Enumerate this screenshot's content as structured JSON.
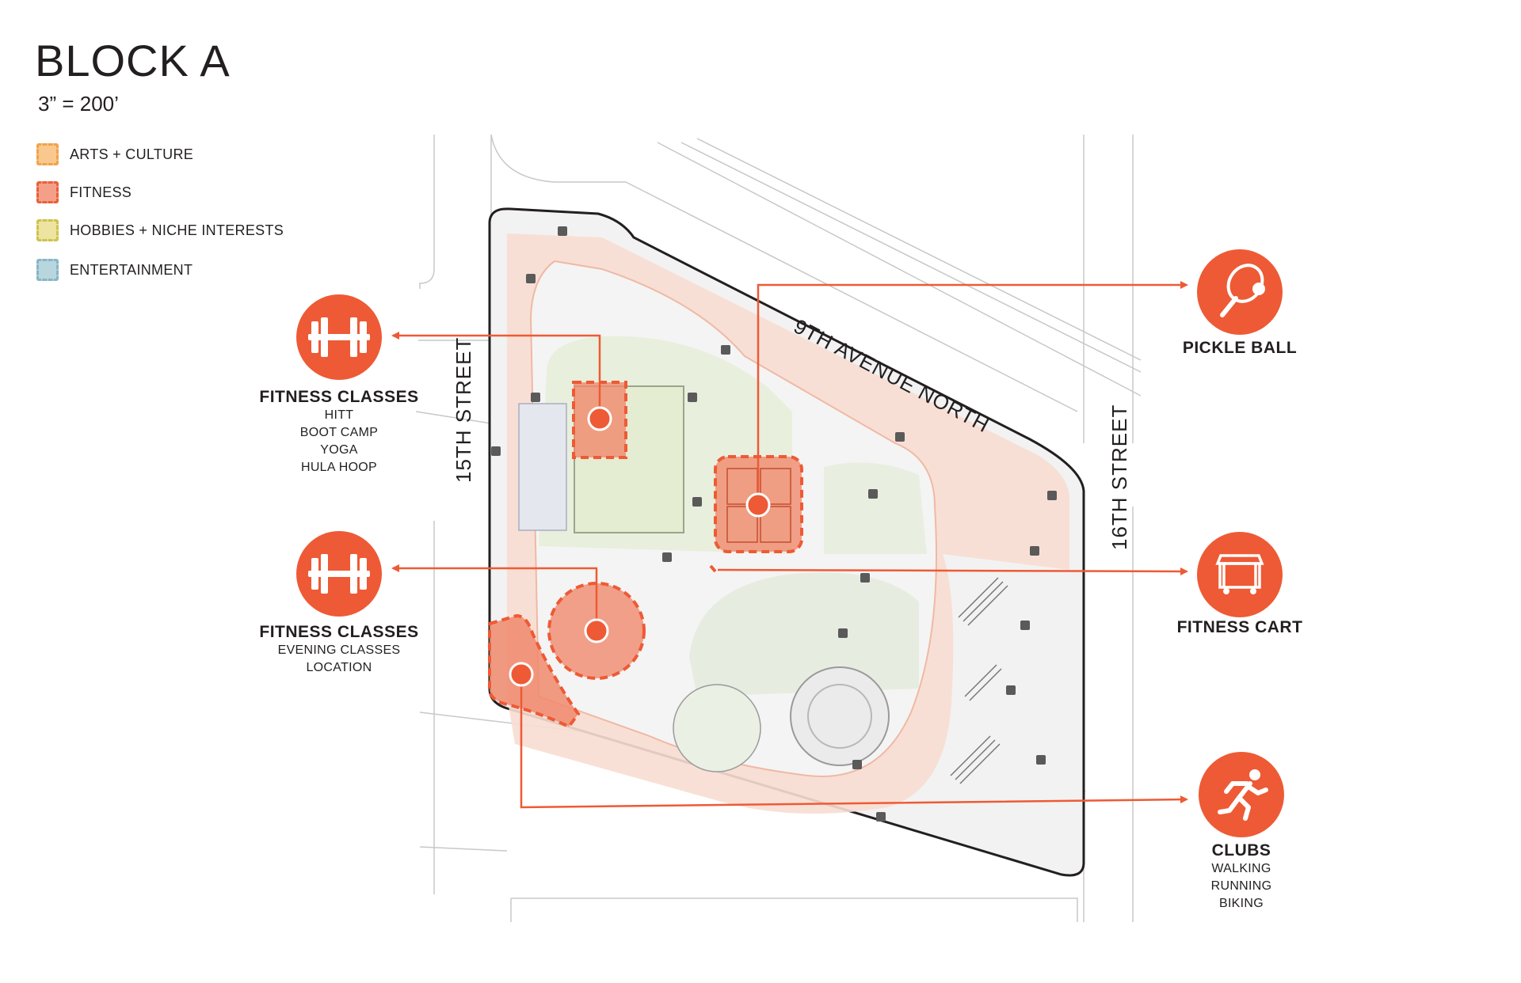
{
  "title": "BLOCK A",
  "scale": "3” = 200’",
  "legend": [
    {
      "label": "ARTS + CULTURE",
      "fill": "#f9c88f",
      "border": "#f0a34a"
    },
    {
      "label": "FITNESS",
      "fill": "#f4a088",
      "border": "#e8603a"
    },
    {
      "label": "HOBBIES + NICHE INTERESTS",
      "fill": "#ece4a0",
      "border": "#cfc24e"
    },
    {
      "label": "ENTERTAINMENT",
      "fill": "#b9d6de",
      "border": "#86b6c4"
    }
  ],
  "streets": {
    "west": "15TH STREET",
    "east": "16TH STREET",
    "north": "9TH AVENUE NORTH"
  },
  "callouts": {
    "fitness_classes_1": {
      "title": "FITNESS CLASSES",
      "items": [
        "HITT",
        "BOOT CAMP",
        "YOGA",
        "HULA HOOP"
      ],
      "icon": "dumbbell-icon"
    },
    "fitness_classes_2": {
      "title": "FITNESS CLASSES",
      "items": [
        "EVENING CLASSES",
        "LOCATION"
      ],
      "icon": "dumbbell-icon"
    },
    "pickle_ball": {
      "title": "PICKLE BALL",
      "items": [],
      "icon": "paddle-icon"
    },
    "fitness_cart": {
      "title": "FITNESS CART",
      "items": [],
      "icon": "cart-icon"
    },
    "clubs": {
      "title": "CLUBS",
      "items": [
        "WALKING",
        "RUNNING",
        "BIKING"
      ],
      "icon": "runner-icon"
    }
  },
  "colors": {
    "accent": "#ee5a35",
    "zone_fill": "#f4a088",
    "path": "#f6cfc0",
    "lawn": "#e9f0de",
    "plaza": "#eeeeee"
  }
}
